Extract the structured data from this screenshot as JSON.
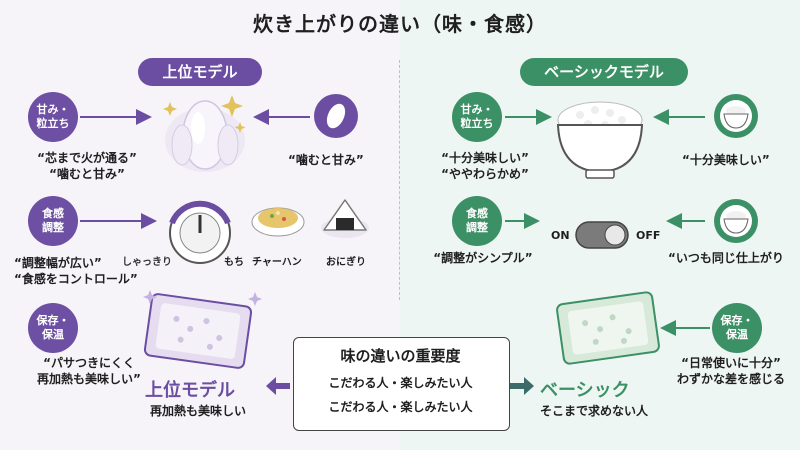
{
  "title": "炊き上がりの違い（味・食感）",
  "left": {
    "header": "上位モデル",
    "rows": [
      {
        "label": "甘み・\n粒立ち",
        "quote": "“芯まで火が通る”\n“噛むと甘み”",
        "right_caption": "“噛むと甘み”"
      },
      {
        "label": "食感\n調整",
        "quote": "“調整幅が広い”\n“食感をコントロール”",
        "dial_label": "しゃっきり",
        "dial_label2": "もち",
        "food1": "チャーハン",
        "food2": "おにぎり"
      },
      {
        "label": "保存・\n保温",
        "quote": "“パサつきにくく\n再加熱も美味しい”"
      }
    ],
    "bottom_label": "上位モデル",
    "bottom_caption": "再加熱も美味しい"
  },
  "right": {
    "header": "ベーシックモデル",
    "rows": [
      {
        "label": "甘み・\n粒立ち",
        "quote": "“十分美味しい”\n“ややわらかめ”",
        "right_caption": "“十分美味しい”"
      },
      {
        "label": "食感\n調整",
        "quote": "“調整がシンプル”",
        "switch_on": "ON",
        "switch_off": "OFF",
        "right_caption": "“いつも同じ仕上がり"
      },
      {
        "label": "保存・\n保温",
        "quote": "“日常使いに十分”\nわずかな差を感じる"
      }
    ],
    "bottom_label": "ベーシック",
    "bottom_caption": "そこまで求めない人"
  },
  "center": {
    "title": "味の違いの重要度",
    "line1": "こだわる人・楽しみたい人",
    "line2": "こだわる人・楽しみたい人"
  },
  "colors": {
    "purple": "#6b4ea2",
    "green": "#3b9066",
    "arrow": "#6b4ea2"
  },
  "icons": [
    "rice-grain-icon",
    "sparkle-icon",
    "rice-bowl-icon",
    "dial-icon",
    "fried-rice-icon",
    "onigiri-icon",
    "rice-pack-icon",
    "toggle-switch-icon"
  ]
}
